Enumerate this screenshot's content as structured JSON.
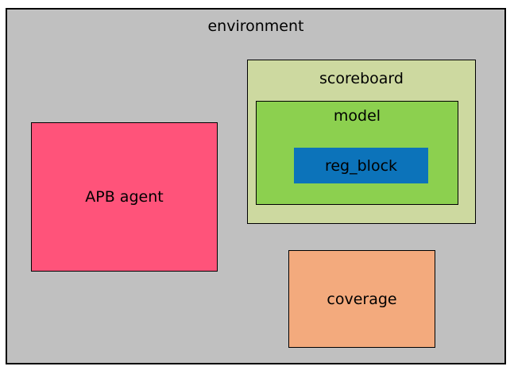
{
  "diagram": {
    "environment": {
      "label": "environment",
      "color": "#c0c0c0"
    },
    "apb_agent": {
      "label": "APB agent",
      "color": "#ff537a"
    },
    "scoreboard": {
      "label": "scoreboard",
      "color": "#cdd9a0"
    },
    "model": {
      "label": "model",
      "color": "#8cd04f"
    },
    "reg_block": {
      "label": "reg_block",
      "color": "#0c73ba"
    },
    "coverage": {
      "label": "coverage",
      "color": "#f3aa7d"
    },
    "border_color": "#000000",
    "page_background": "#ffffff"
  }
}
